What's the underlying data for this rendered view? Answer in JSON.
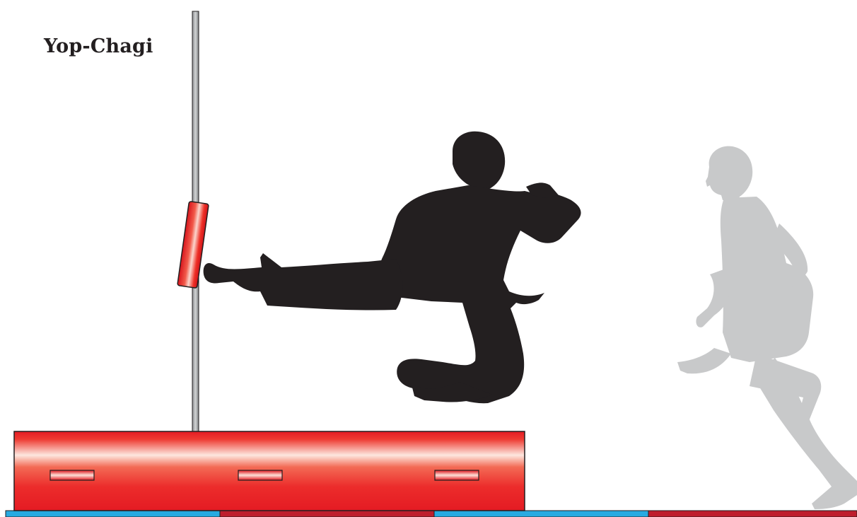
{
  "title": "Yop-Chagi",
  "colors": {
    "kicker": "#231f20",
    "runner": "#c8c9ca",
    "pad_red": "#ed1c24",
    "pole": "#a7a9ac",
    "mat_blue": "#27aae1",
    "mat_red": "#be1e2d"
  },
  "icons": {
    "kicker": "jumping-side-kick-silhouette",
    "runner": "running-approach-silhouette",
    "target": "kick-target-pad"
  }
}
